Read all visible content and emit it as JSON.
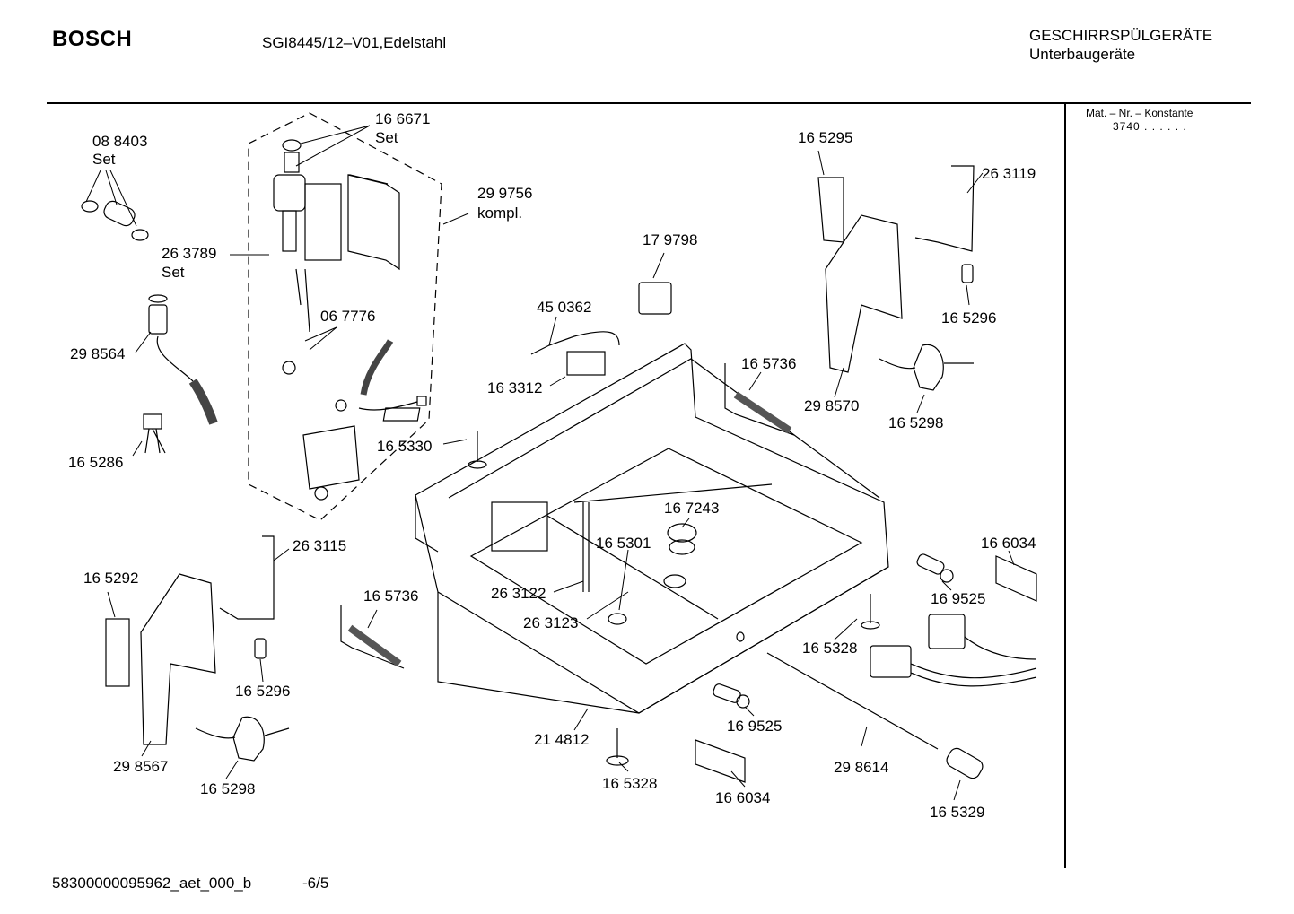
{
  "header": {
    "brand": "BOSCH",
    "model": "SGI8445/12–V01,Edelstahl",
    "category_line1": "GESCHIRRSPÜLGERÄTE",
    "category_line2": "Unterbaugeräte"
  },
  "side_panel": {
    "label": "Mat. – Nr. – Konstante",
    "value": "3740  .  .  .  .  .  ."
  },
  "footer": {
    "code": "58300000095962_aet_000_b",
    "page": "-6/5"
  },
  "parts": {
    "p088403": "08 8403",
    "p088403_set": "Set",
    "p166671": "16 6671",
    "p166671_set": "Set",
    "p299756": "29 9756",
    "p299756_kompl": "kompl.",
    "p263789": "26 3789",
    "p263789_set": "Set",
    "p067776": "06 7776",
    "p298564": "29 8564",
    "p165286": "16 5286",
    "p165330": "16 5330",
    "p179798": "17 9798",
    "p450362": "45 0362",
    "p163312": "16 3312",
    "p165295": "16 5295",
    "p263119": "26 3119",
    "p165296_top": "16 5296",
    "p165736_top": "16 5736",
    "p298570": "29 8570",
    "p165298_top": "16 5298",
    "p167243": "16 7243",
    "p165301": "16 5301",
    "p263122": "26 3122",
    "p263123": "26 3123",
    "p263115": "26 3115",
    "p165292": "16 5292",
    "p165736_bottom": "16 5736",
    "p165296_bottom": "16 5296",
    "p298567": "29 8567",
    "p165298_bottom": "16 5298",
    "p166034_right": "16 6034",
    "p169525_right": "16 9525",
    "p165328_right": "16 5328",
    "p214812": "21 4812",
    "p165328_bottom": "16 5328",
    "p169525_bottom": "16 9525",
    "p166034_bottom": "16 6034",
    "p298614": "29 8614",
    "p165329": "16 5329"
  }
}
